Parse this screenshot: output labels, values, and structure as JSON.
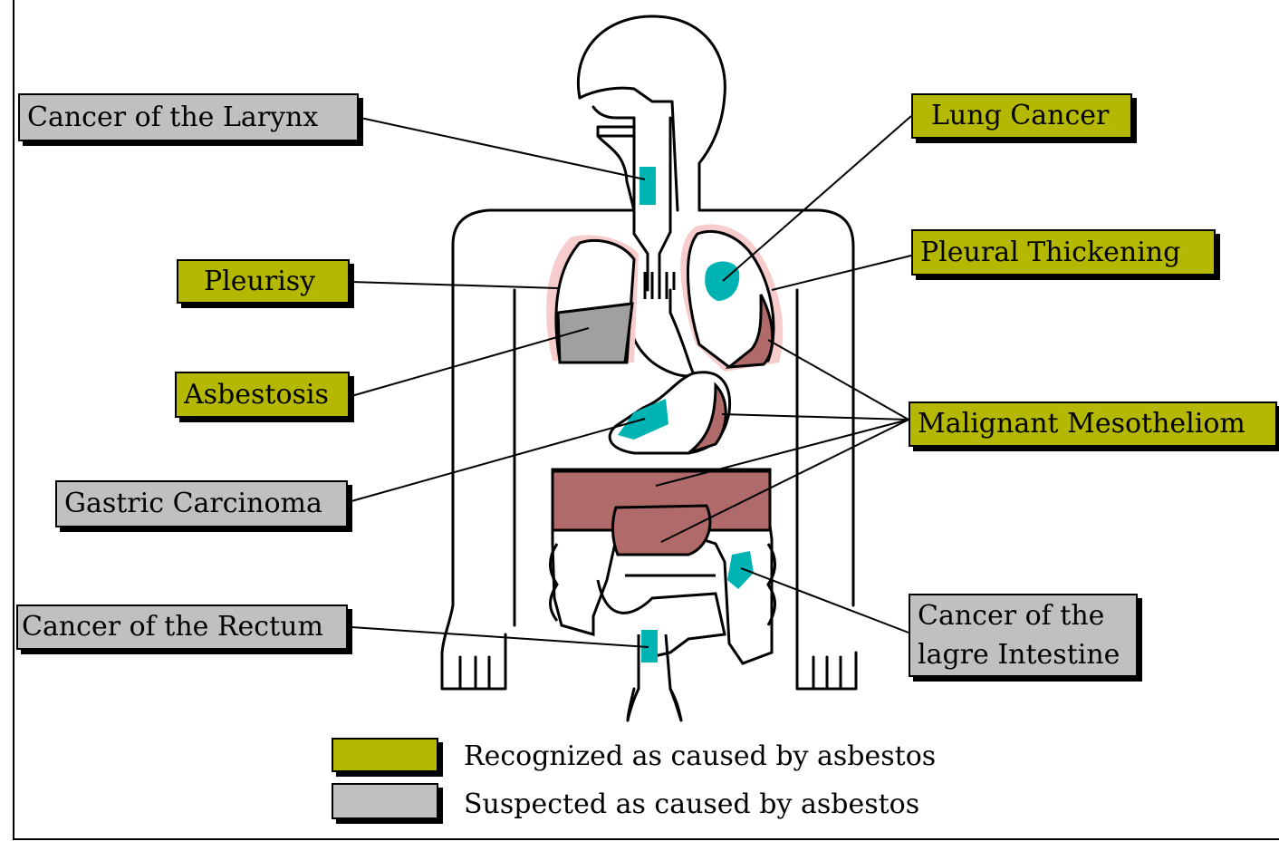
{
  "colors": {
    "recognized": "#b5b800",
    "suspected": "#c0c0c0",
    "outline": "#000000",
    "tumor": "#00b3b3",
    "mesothelioma": "#b06a6a",
    "pleura": "#f6cccc",
    "asbestosis": "#a0a0a0"
  },
  "labels": {
    "larynx": "Cancer of the  Larynx",
    "lung": "Lung Cancer",
    "pleurisy": "Pleurisy",
    "pleural": "Pleural Thickening",
    "asbestosis": "Asbestosis",
    "meso": "Malignant Mesotheliom",
    "gastric": "Gastric Carcinoma",
    "rectum": "Cancer of the Rectum",
    "intestine_line1": "Cancer of the",
    "intestine_line2": "lagre Intestine"
  },
  "legend": {
    "recognized": "Recognized as caused by asbestos",
    "suspected": "Suspected as caused by asbestos"
  }
}
